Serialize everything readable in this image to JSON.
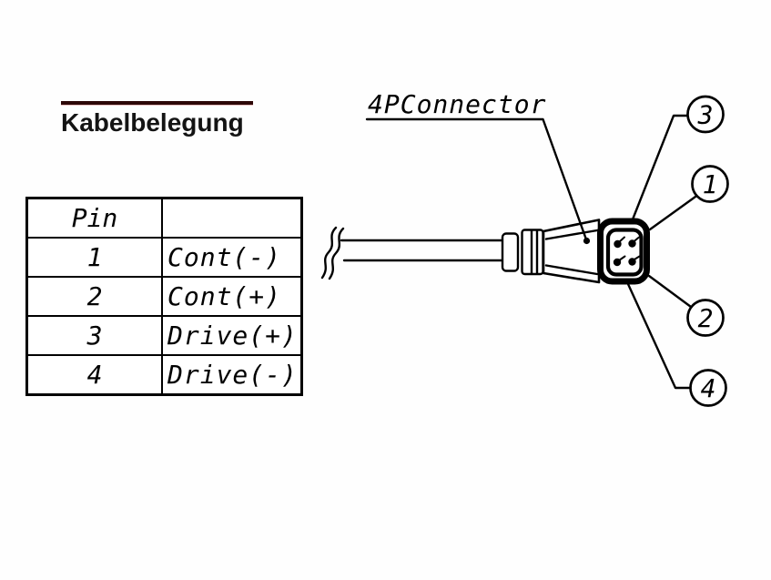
{
  "title": {
    "text": "Kabelbelegung"
  },
  "pin_table": {
    "header": {
      "col1": "Pin",
      "col2": ""
    },
    "rows": [
      {
        "pin": "1",
        "function": "Cont(-)"
      },
      {
        "pin": "2",
        "function": "Cont(+)"
      },
      {
        "pin": "3",
        "function": "Drive(+)"
      },
      {
        "pin": "4",
        "function": "Drive(-)"
      }
    ]
  },
  "connector": {
    "label": "4PConnector",
    "callouts": [
      {
        "label": "3"
      },
      {
        "label": "1"
      },
      {
        "label": "2"
      },
      {
        "label": "4"
      }
    ]
  },
  "colors": {
    "ink": "#000000",
    "accent_line": "#2d0707",
    "background": "#ffffff"
  }
}
